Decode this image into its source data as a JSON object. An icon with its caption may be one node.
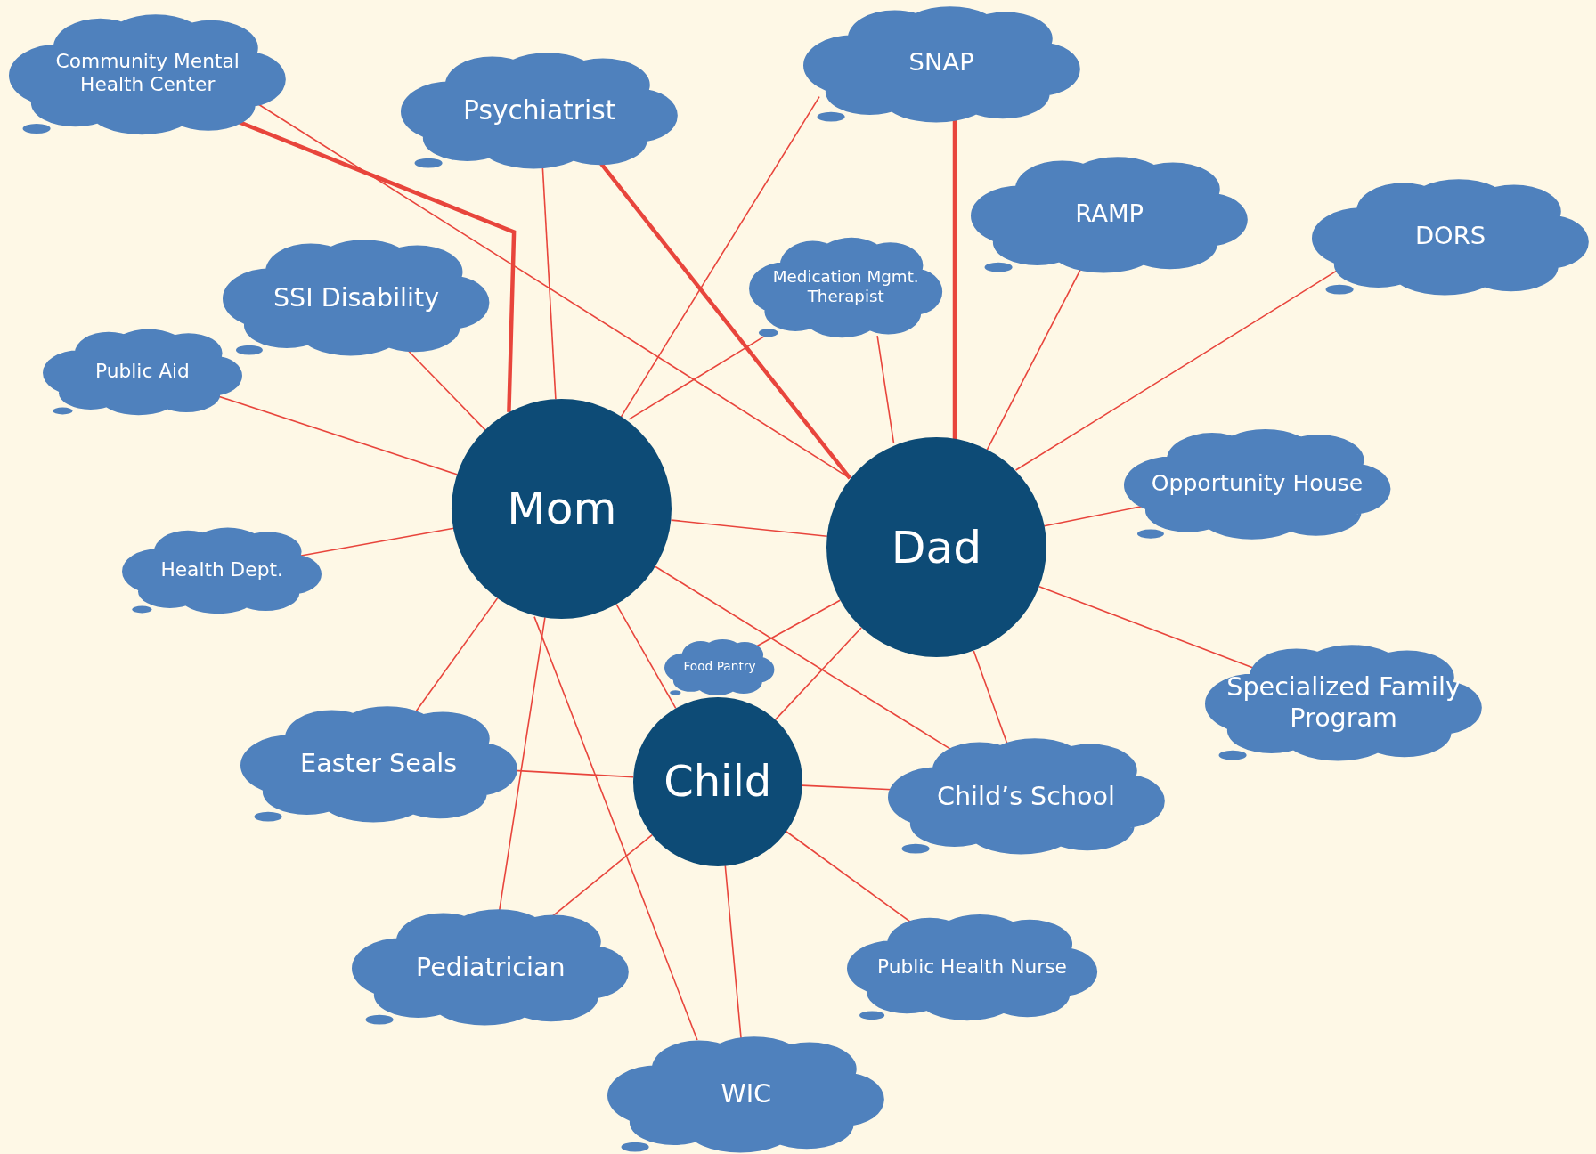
{
  "diagram": {
    "nodes": [
      {
        "text": [
          "Community Mental Health Center"
        ]
      },
      {
        "text": [
          "Psychiatrist"
        ]
      },
      {
        "text": [
          "SNAP"
        ]
      },
      {
        "text": [
          "RAMP"
        ]
      },
      {
        "text": [
          "DORS"
        ]
      },
      {
        "text": [
          "SSI Disability"
        ]
      },
      {
        "text": [
          "Medication Mgmt. Therapist"
        ]
      },
      {
        "text": [
          "Public Aid"
        ]
      },
      {
        "text": [
          "Mom"
        ]
      },
      {
        "text": [
          "Dad"
        ]
      },
      {
        "text": [
          "Opportunity House"
        ]
      },
      {
        "text": [
          "Health Dept."
        ]
      },
      {
        "text": [
          "Food Pantry"
        ]
      },
      {
        "text": [
          "Specialized Family Program"
        ]
      },
      {
        "text": [
          "Easter Seals"
        ]
      },
      {
        "text": [
          "Child"
        ]
      },
      {
        "text": [
          "Child’s School"
        ]
      },
      {
        "text": [
          "Pediatrician"
        ]
      },
      {
        "text": [
          "Public Health Nurse"
        ]
      },
      {
        "text": [
          "WIC"
        ]
      }
    ],
    "edges": [
      {
        "from": 0,
        "to": 8,
        "arrow": "none",
        "style": "thick"
      },
      {
        "from": 0,
        "to": 9,
        "arrow": "none"
      },
      {
        "from": 5,
        "to": 8,
        "arrow": "none"
      },
      {
        "from": 1,
        "to": 8,
        "arrow": "none"
      },
      {
        "from": 1,
        "to": 9,
        "arrow": "none",
        "style": "thick"
      },
      {
        "from": 2,
        "to": 8,
        "arrow": "none"
      },
      {
        "from": 2,
        "to": 9,
        "arrow": "none",
        "style": "thick"
      },
      {
        "from": 3,
        "to": 9,
        "arrow": "none"
      },
      {
        "from": 4,
        "to": 9,
        "arrow": "none"
      },
      {
        "from": 6,
        "to": 8,
        "arrow": "none"
      },
      {
        "from": 6,
        "to": 9,
        "arrow": "none"
      },
      {
        "from": 7,
        "to": 8,
        "arrow": "none"
      },
      {
        "from": 10,
        "to": 9,
        "arrow": "none"
      },
      {
        "from": 11,
        "to": 8,
        "arrow": "none"
      },
      {
        "from": 8,
        "to": 9,
        "arrow": "none"
      },
      {
        "from": 8,
        "to": 16,
        "arrow": "none"
      },
      {
        "from": 9,
        "to": 12,
        "arrow": "none"
      },
      {
        "from": 9,
        "to": 15,
        "arrow": "none"
      },
      {
        "from": 9,
        "to": 13,
        "arrow": "none"
      },
      {
        "from": 9,
        "to": 16,
        "arrow": "none"
      },
      {
        "from": 8,
        "to": 14,
        "arrow": "none"
      },
      {
        "from": 8,
        "to": 15,
        "arrow": "none"
      },
      {
        "from": 8,
        "to": 17,
        "arrow": "none"
      },
      {
        "from": 8,
        "to": 19,
        "arrow": "none"
      },
      {
        "from": 14,
        "to": 15,
        "arrow": "none"
      },
      {
        "from": 15,
        "to": 16,
        "arrow": "none"
      },
      {
        "from": 15,
        "to": 17,
        "arrow": "none"
      },
      {
        "from": 15,
        "to": 19,
        "arrow": "none"
      },
      {
        "from": 15,
        "to": 18,
        "arrow": "none"
      }
    ]
  }
}
